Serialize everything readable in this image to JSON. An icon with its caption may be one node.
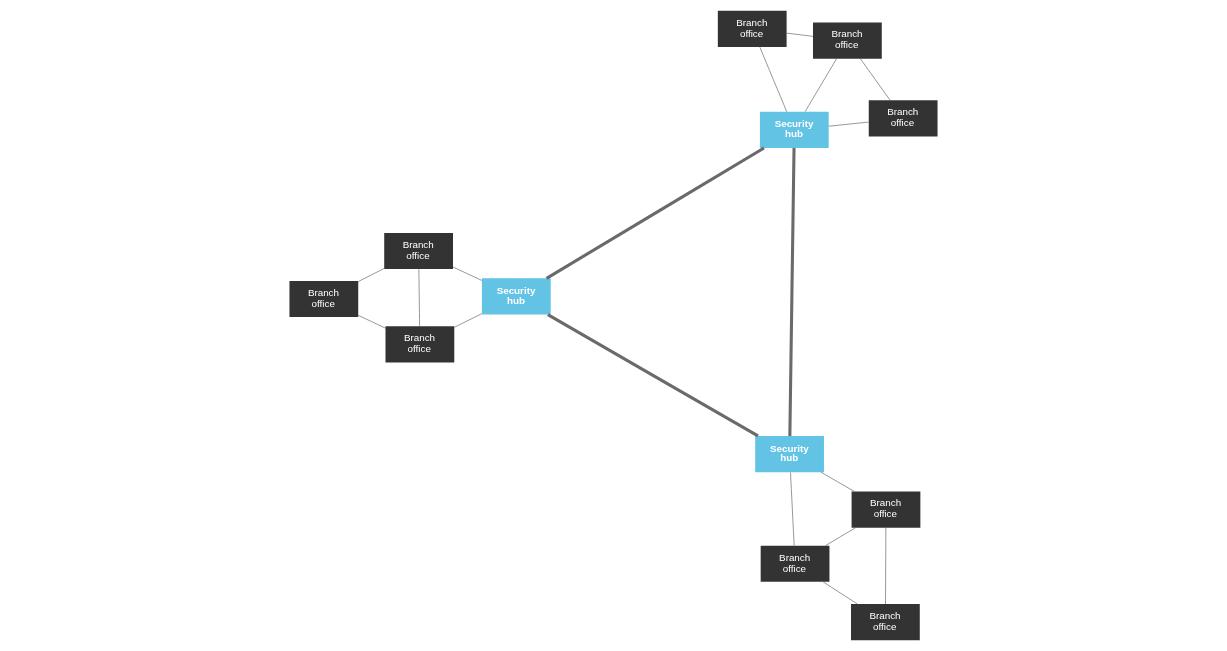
{
  "diagram": {
    "nodes": [
      {
        "text": [
          "Branch office"
        ]
      },
      {
        "text": [
          "Branch office"
        ]
      },
      {
        "text": [
          "Branch office"
        ]
      },
      {
        "text": [
          "Security hub"
        ]
      },
      {
        "text": [
          "Security hub"
        ]
      },
      {
        "text": [
          "Branch office"
        ]
      },
      {
        "text": [
          "Branch office"
        ]
      },
      {
        "text": [
          "Branch office"
        ]
      },
      {
        "text": [
          "Security hub"
        ]
      },
      {
        "text": [
          "Branch office"
        ]
      },
      {
        "text": [
          "Branch office"
        ]
      },
      {
        "text": [
          "Branch office"
        ]
      }
    ],
    "edges": [
      {
        "from": 3,
        "to": 4,
        "arrow": "none",
        "style": "thick"
      },
      {
        "from": 3,
        "to": 8,
        "arrow": "none",
        "style": "thick"
      },
      {
        "from": 8,
        "to": 4,
        "arrow": "none",
        "style": "thick"
      },
      {
        "from": 0,
        "to": 2,
        "arrow": "none"
      },
      {
        "from": 0,
        "to": 3,
        "arrow": "none"
      },
      {
        "from": 2,
        "to": 3,
        "arrow": "none"
      },
      {
        "from": 2,
        "to": 6,
        "arrow": "none"
      },
      {
        "from": 6,
        "to": 3,
        "arrow": "none"
      },
      {
        "from": 4,
        "to": 1,
        "arrow": "none"
      },
      {
        "from": 1,
        "to": 5,
        "arrow": "none"
      },
      {
        "from": 1,
        "to": 7,
        "arrow": "none"
      },
      {
        "from": 5,
        "to": 7,
        "arrow": "none"
      },
      {
        "from": 4,
        "to": 7,
        "arrow": "none"
      },
      {
        "from": 8,
        "to": 9,
        "arrow": "none"
      },
      {
        "from": 8,
        "to": 10,
        "arrow": "none"
      },
      {
        "from": 9,
        "to": 10,
        "arrow": "none"
      },
      {
        "from": 9,
        "to": 11,
        "arrow": "none"
      },
      {
        "from": 10,
        "to": 11,
        "arrow": "none"
      }
    ]
  }
}
